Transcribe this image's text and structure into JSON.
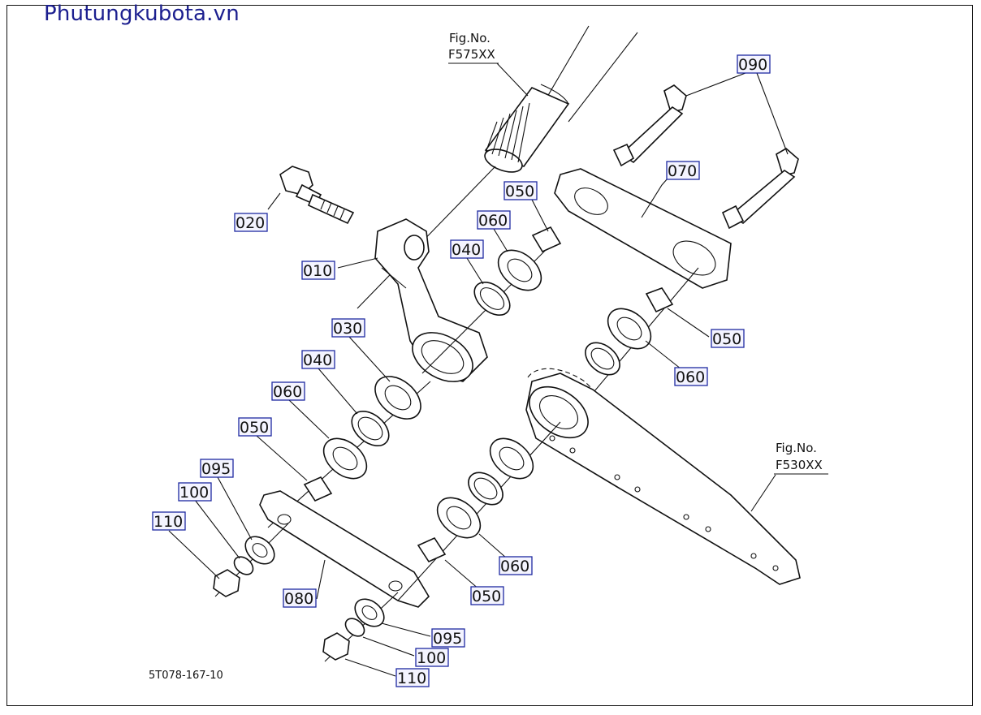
{
  "watermark": "Phutungkubota.vn",
  "drawing_code": "5T078-167-10",
  "references": [
    {
      "line1": "Fig.No.",
      "line2": "F575XX"
    },
    {
      "line1": "Fig.No.",
      "line2": "F530XX"
    }
  ],
  "callouts": [
    "090",
    "070",
    "050",
    "060",
    "020",
    "040",
    "010",
    "050",
    "060",
    "030",
    "040",
    "060",
    "050",
    "095",
    "100",
    "110",
    "080",
    "060",
    "050",
    "095",
    "100",
    "110"
  ]
}
